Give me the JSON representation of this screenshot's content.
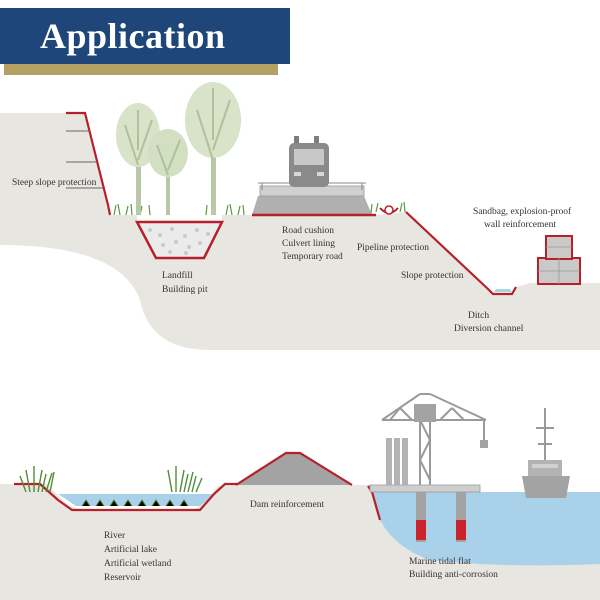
{
  "header": {
    "title": "Application"
  },
  "upper_scene": {
    "labels": {
      "steep_slope": "Steep slope protection",
      "landfill": "Landfill",
      "building_pit": "Building pit",
      "road_cushion": "Road cushion",
      "culvert_lining": "Culvert lining",
      "temporary_road": "Temporary road",
      "pipeline": "Pipeline protection",
      "slope_protection": "Slope protection",
      "sandbag_line1": "Sandbag, explosion-proof",
      "sandbag_line2": "wall reinforcement",
      "ditch": "Ditch",
      "diversion_channel": "Diversion channel"
    }
  },
  "lower_scene": {
    "labels": {
      "dam": "Dam reinforcement",
      "river": "River",
      "artificial_lake": "Artificial lake",
      "artificial_wetland": "Artificial wetland",
      "reservoir": "Reservoir",
      "marine_tidal_flat": "Marine tidal flat",
      "building_anti_corrosion": "Building anti-corrosion"
    }
  },
  "colors": {
    "header_bg": "#1f4679",
    "header_underline": "#b5a064",
    "ground": "#e8e6e1",
    "liner_red": "#b5202a",
    "water": "#a9d1ea",
    "grey_structure": "#a3a3a3"
  }
}
